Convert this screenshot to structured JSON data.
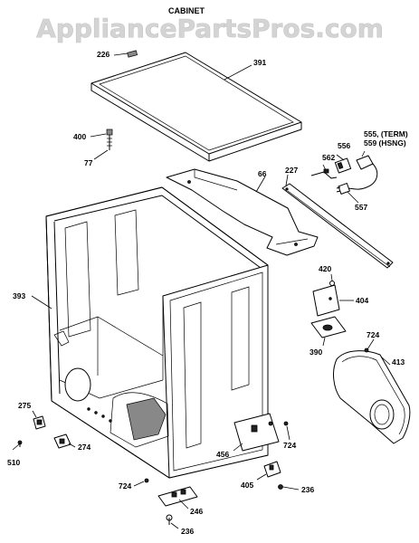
{
  "watermark": "AppliancePartsPros.com",
  "title": "CABINET",
  "callouts": {
    "p226": "226",
    "p391": "391",
    "p400": "400",
    "p77": "77",
    "p555": "555, (TERM)",
    "p559": "559 (HSNG)",
    "p556": "556",
    "p562": "562",
    "p66": "66",
    "p227": "227",
    "p557": "557",
    "p420": "420",
    "p404": "404",
    "p393": "393",
    "p390": "390",
    "p724a": "724",
    "p413": "413",
    "p275": "275",
    "p274": "274",
    "p510": "510",
    "p456": "456",
    "p724b": "724",
    "p405": "405",
    "p236a": "236",
    "p724c": "724",
    "p246": "246",
    "p236b": "236"
  }
}
